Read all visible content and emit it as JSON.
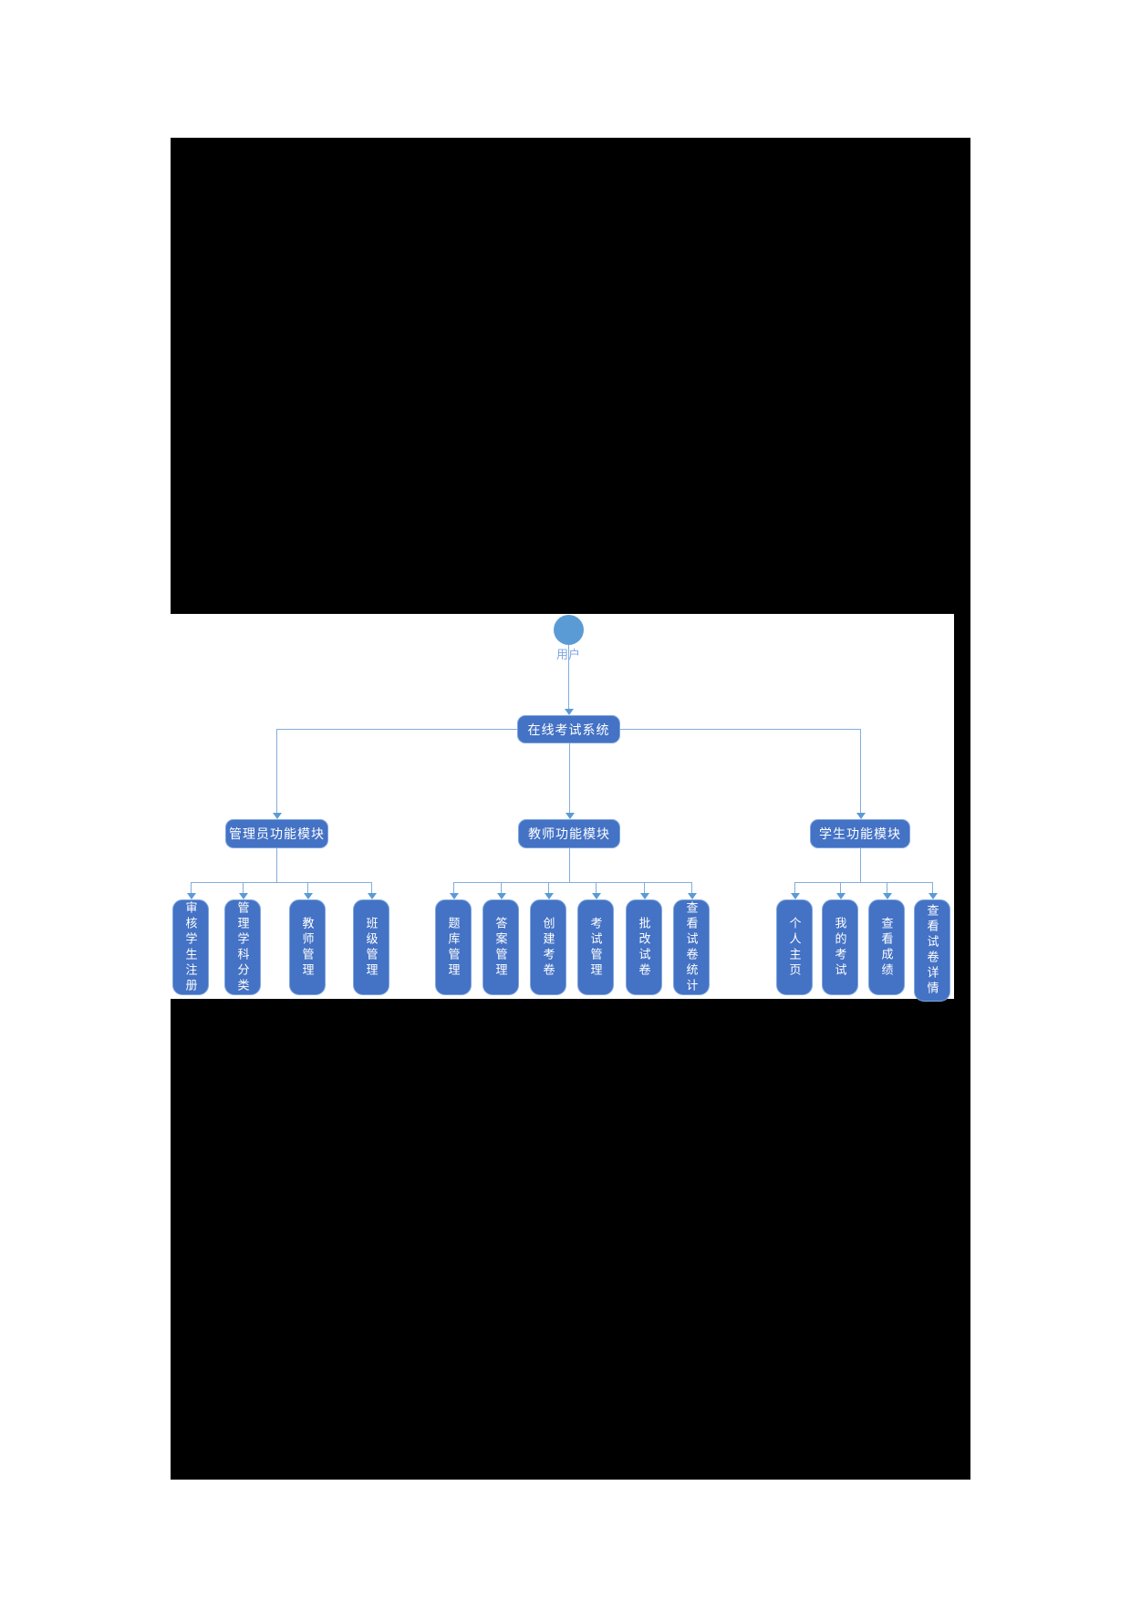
{
  "diagram": {
    "user_label": "用户",
    "root_label": "在线考试系统",
    "branches": [
      {
        "label": "管理员功能模块",
        "children": [
          "审核学生注册",
          "管理学科分类",
          "教师管理",
          "班级管理"
        ]
      },
      {
        "label": "教师功能模块",
        "children": [
          "题库管理",
          "答案管理",
          "创建考卷",
          "考试管理",
          "批改试卷",
          "查看试卷统计"
        ]
      },
      {
        "label": "学生功能模块",
        "children": [
          "个人主页",
          "我的考试",
          "查看成绩",
          "查看试卷详情"
        ]
      }
    ],
    "colors": {
      "node_fill": "#4472C4",
      "node_border": "#7EA6E0",
      "connector": "#5B9BD5",
      "actor_fill": "#5B9BD5",
      "actor_label": "#7EA6E0",
      "page_block": "#000000"
    }
  }
}
